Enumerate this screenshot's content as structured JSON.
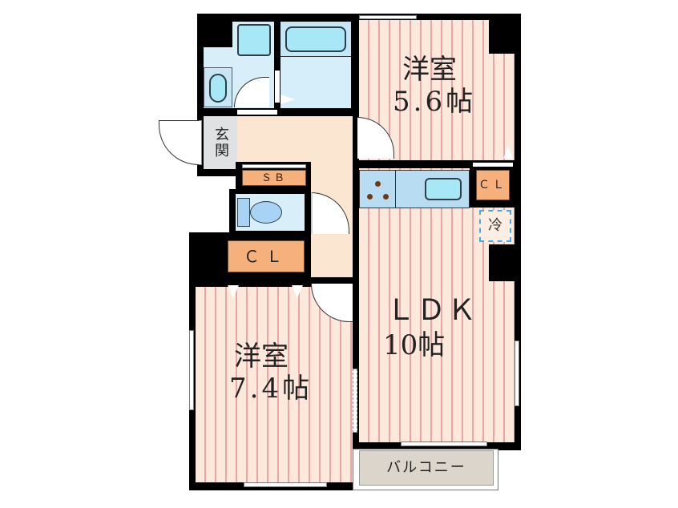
{
  "floorplan": {
    "rooms": {
      "western_room_1": {
        "name": "洋室",
        "size": "5.6帖"
      },
      "western_room_2": {
        "name": "洋室",
        "size": "7.4帖"
      },
      "ldk": {
        "name": "ＬＤＫ",
        "size": "10帖"
      },
      "entrance": {
        "label": "玄関"
      },
      "shoe_box": {
        "label": "ＳＢ"
      },
      "closet_1": {
        "label": "ＣＬ"
      },
      "closet_2": {
        "label": "ＣＬ"
      },
      "refrigerator": {
        "label": "冷"
      },
      "balcony": {
        "label": "バルコニー"
      }
    },
    "colors": {
      "wall": "#000000",
      "floor": "#fde9dc",
      "floor_stripe": "#e8a6a6",
      "wet_area": "#d8eef8",
      "closet": "#f6b07c",
      "fixture": "#a8e8f6",
      "balcony": "#dcd5cc"
    }
  }
}
